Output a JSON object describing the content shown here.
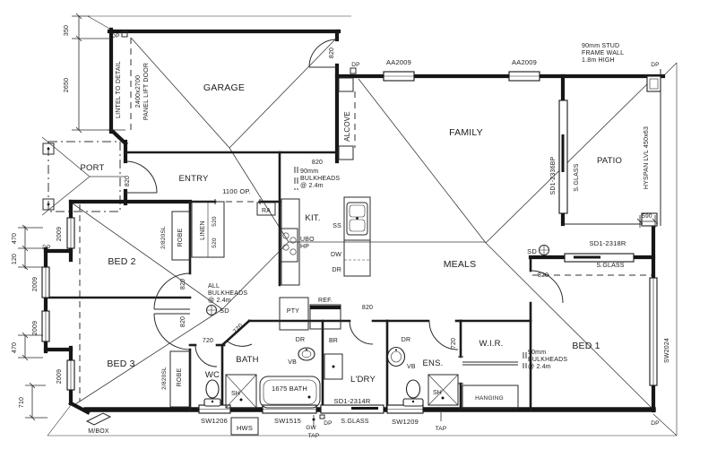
{
  "rooms": {
    "garage": "GARAGE",
    "port": "PORT",
    "entry": "ENTRY",
    "family": "FAMILY",
    "patio": "PATIO",
    "alcove": "ALCOVE",
    "kitchen": "KIT.",
    "meals": "MEALS",
    "bed1": "BED 1",
    "bed2": "BED 2",
    "bed3": "BED 3",
    "wc": "WC",
    "bath": "BATH",
    "laundry": "L'DRY",
    "ensuite": "ENS.",
    "wir": "W.I.R.",
    "hanging": "HANGING"
  },
  "openings": {
    "aa2009": "AA2009",
    "sd1_2336bp": "SD1-2336BP",
    "sd1_2318r": "SD1-2318R",
    "sd1_2314r": "SD1-2314R",
    "sw2024": "SW2024",
    "sw1206": "SW1206",
    "sw1515": "SW1515",
    "sw1209": "SW1209",
    "w2009": "2009",
    "sglass": "S.GLASS",
    "op1100": "1100 OP.",
    "d820": "820",
    "d720": "720",
    "sl820": "2/820SL",
    "d520": "520"
  },
  "dims": {
    "d350": "350",
    "d2650": "2650",
    "d470": "470",
    "d120": "120",
    "d710": "710",
    "d590": "590",
    "bath1675": "1675 BATH"
  },
  "notes": {
    "lintel": "LINTEL TO DETAIL",
    "panel_size": "2400x2700",
    "panel_door": "PANEL LIFT DOOR",
    "stud1": "90mm STUD",
    "stud2": "FRAME WALL",
    "stud3": "1.8m HIGH",
    "hyspan": "HYSPAN LVL 450x63",
    "n90": "90mm",
    "bulkheads": "BULKHEADS",
    "at24": "@ 2.4m",
    "all": "ALL",
    "sd": "SD"
  },
  "fixtures": {
    "dp": "DP",
    "ra": "RA",
    "linen": "LINEN",
    "robe": "ROBE",
    "ss": "SS",
    "ubo": "UBO",
    "hp": "HP",
    "dw": "DW",
    "dr": "DR",
    "ref": "REF.",
    "pty": "PTY",
    "br": "BR",
    "vb": "VB",
    "sh": "SH",
    "hws": "HWS",
    "gw": "GW",
    "tap": "TAP",
    "mbox": "M/BOX"
  }
}
